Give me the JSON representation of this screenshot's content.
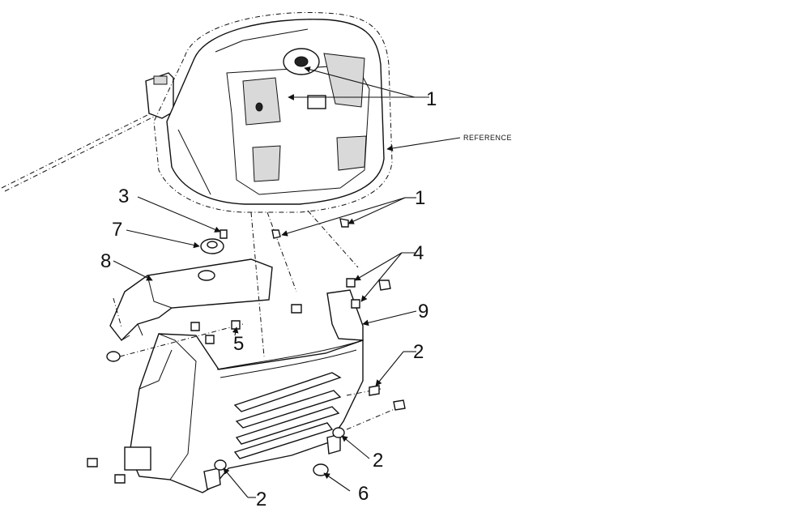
{
  "diagram": {
    "callouts": {
      "c1_top": "1",
      "c1_mid": "1",
      "c2_right": "2",
      "c2_lower_right": "2",
      "c2_bottom": "2",
      "c3": "3",
      "c4": "4",
      "c5": "5",
      "c6": "6",
      "c7": "7",
      "c8": "8",
      "c9": "9"
    },
    "reference_label": "REFERENCE"
  }
}
